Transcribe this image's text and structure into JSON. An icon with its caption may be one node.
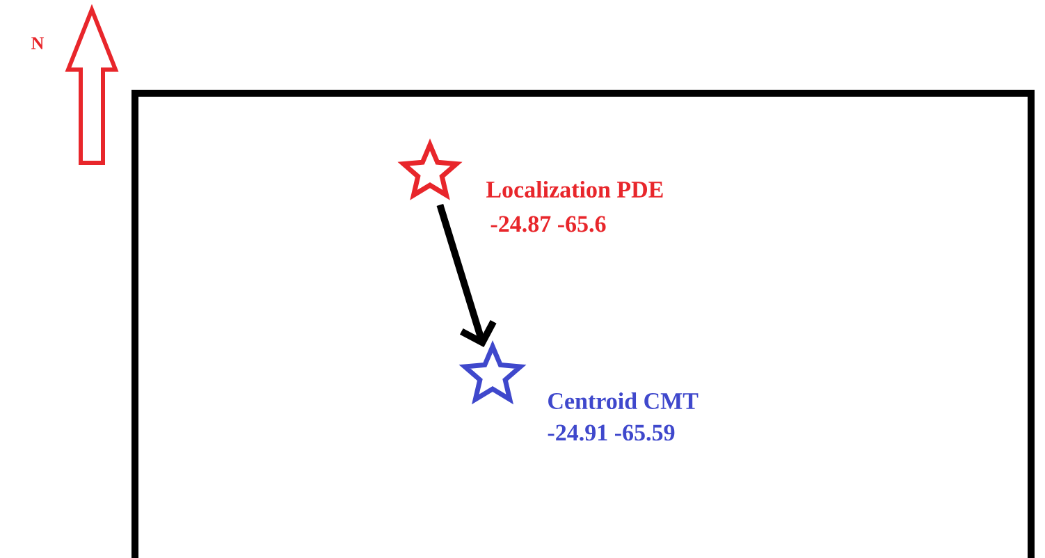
{
  "diagram": {
    "nodes": [
      {
        "text": [],
        "shape": "box"
      },
      {
        "text": [],
        "shape": "star",
        "in": 0,
        "beside": [
          "Localization PDE",
          "-24.87  -65.6"
        ]
      },
      {
        "text": [],
        "shape": "star",
        "in": 0,
        "beside": [
          "Centroid CMT",
          "-24.91 -65.59"
        ]
      }
    ],
    "edges": [
      {
        "from": 1,
        "to": 2,
        "arrow": "to"
      }
    ],
    "labels": [
      "N"
    ]
  }
}
